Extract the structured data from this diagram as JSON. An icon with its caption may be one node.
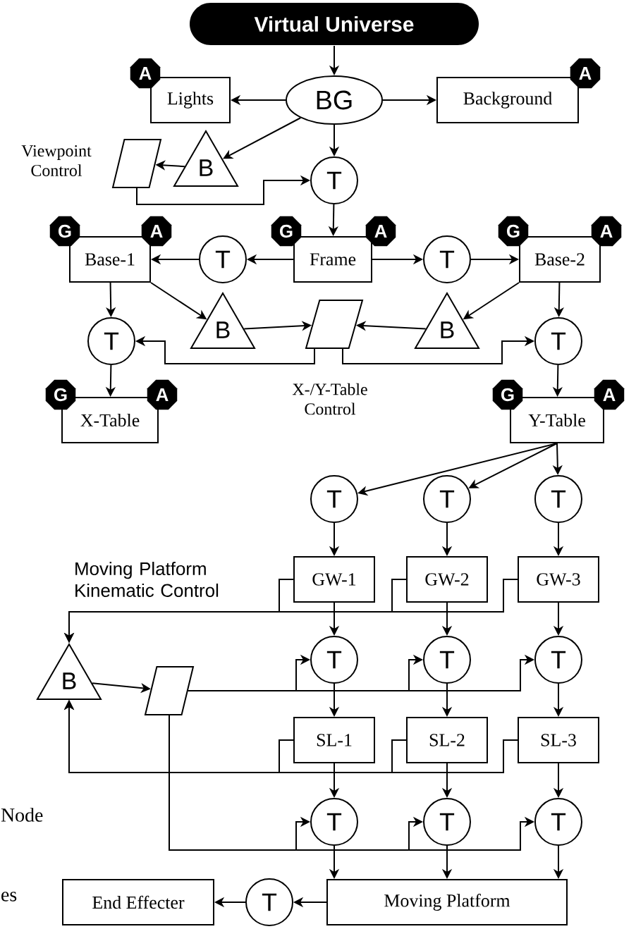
{
  "diagram": {
    "nodes": [
      {
        "text": [
          "Virtual Universe"
        ]
      },
      {
        "text": [
          "BG"
        ]
      },
      {
        "text": [
          "Lights"
        ]
      },
      {
        "text": [
          "A"
        ]
      },
      {
        "text": [
          "Background"
        ]
      },
      {
        "text": [
          "A"
        ]
      },
      {
        "text": [],
        "shape": "parallelogram",
        "beside": [
          "Viewpoint Control"
        ]
      },
      {
        "text": [
          "B"
        ]
      },
      {
        "text": [
          "T"
        ]
      },
      {
        "text": [
          "Base-1"
        ]
      },
      {
        "text": [
          "G"
        ]
      },
      {
        "text": [
          "A"
        ]
      },
      {
        "text": [
          "T"
        ]
      },
      {
        "text": [
          "Frame"
        ]
      },
      {
        "text": [
          "G"
        ]
      },
      {
        "text": [
          "A"
        ]
      },
      {
        "text": [
          "T"
        ]
      },
      {
        "text": [
          "Base-2"
        ]
      },
      {
        "text": [
          "G"
        ]
      },
      {
        "text": [
          "A"
        ]
      },
      {
        "text": [
          "B"
        ]
      },
      {
        "text": [],
        "shape": "parallelogram",
        "beside": [
          "X-/Y-Table Control"
        ]
      },
      {
        "text": [
          "B"
        ]
      },
      {
        "text": [
          "T"
        ]
      },
      {
        "text": [
          "T"
        ]
      },
      {
        "text": [
          "X-Table"
        ]
      },
      {
        "text": [
          "G"
        ]
      },
      {
        "text": [
          "A"
        ]
      },
      {
        "text": [
          "Y-Table"
        ]
      },
      {
        "text": [
          "G"
        ]
      },
      {
        "text": [
          "A"
        ]
      },
      {
        "text": [
          "T"
        ]
      },
      {
        "text": [
          "T"
        ]
      },
      {
        "text": [
          "T"
        ]
      },
      {
        "text": [
          "GW-1"
        ]
      },
      {
        "text": [
          "GW-2"
        ]
      },
      {
        "text": [
          "GW-3"
        ]
      },
      {
        "text": [
          "B"
        ]
      },
      {
        "text": [],
        "shape": "parallelogram"
      },
      {
        "text": [
          "T"
        ]
      },
      {
        "text": [
          "T"
        ]
      },
      {
        "text": [
          "T"
        ]
      },
      {
        "text": [
          "SL-1"
        ]
      },
      {
        "text": [
          "SL-2"
        ]
      },
      {
        "text": [
          "SL-3"
        ]
      },
      {
        "text": [
          "T"
        ]
      },
      {
        "text": [
          "T"
        ]
      },
      {
        "text": [
          "T"
        ]
      },
      {
        "text": [
          "End Effecter"
        ]
      },
      {
        "text": [
          "T"
        ]
      },
      {
        "text": [
          "Moving Platform"
        ]
      }
    ],
    "edges": [
      {
        "from": 0,
        "to": 1,
        "arrow": "to"
      },
      {
        "from": 1,
        "to": 2,
        "arrow": "to"
      },
      {
        "from": 1,
        "to": 4,
        "arrow": "to"
      },
      {
        "from": 1,
        "to": 7,
        "arrow": "to"
      },
      {
        "from": 7,
        "to": 6,
        "arrow": "to"
      },
      {
        "from": 6,
        "to": 8,
        "arrow": "to"
      },
      {
        "from": 1,
        "to": 8,
        "arrow": "to"
      },
      {
        "from": 8,
        "to": 13,
        "arrow": "to"
      },
      {
        "from": 13,
        "to": 12,
        "arrow": "to"
      },
      {
        "from": 12,
        "to": 9,
        "arrow": "to"
      },
      {
        "from": 13,
        "to": 16,
        "arrow": "to"
      },
      {
        "from": 16,
        "to": 17,
        "arrow": "to"
      },
      {
        "from": 9,
        "to": 23,
        "arrow": "to"
      },
      {
        "from": 9,
        "to": 20,
        "arrow": "to"
      },
      {
        "from": 20,
        "to": 21,
        "arrow": "to"
      },
      {
        "from": 17,
        "to": 22,
        "arrow": "to"
      },
      {
        "from": 22,
        "to": 21,
        "arrow": "to"
      },
      {
        "from": 17,
        "to": 24,
        "arrow": "to"
      },
      {
        "from": 21,
        "to": 23,
        "arrow": "to"
      },
      {
        "from": 21,
        "to": 24,
        "arrow": "to"
      },
      {
        "from": 23,
        "to": 25,
        "arrow": "to"
      },
      {
        "from": 24,
        "to": 28,
        "arrow": "to"
      },
      {
        "from": 28,
        "to": 31,
        "arrow": "to"
      },
      {
        "from": 28,
        "to": 32,
        "arrow": "to"
      },
      {
        "from": 28,
        "to": 33,
        "arrow": "to"
      },
      {
        "from": 31,
        "to": 34,
        "arrow": "to"
      },
      {
        "from": 32,
        "to": 35,
        "arrow": "to"
      },
      {
        "from": 33,
        "to": 36,
        "arrow": "to"
      },
      {
        "from": 34,
        "to": 39,
        "arrow": "to"
      },
      {
        "from": 35,
        "to": 40,
        "arrow": "to"
      },
      {
        "from": 36,
        "to": 41,
        "arrow": "to"
      },
      {
        "from": 34,
        "to": 37,
        "arrow": "to"
      },
      {
        "from": 35,
        "to": 37,
        "arrow": "to"
      },
      {
        "from": 36,
        "to": 37,
        "arrow": "to"
      },
      {
        "from": 42,
        "to": 37,
        "arrow": "to"
      },
      {
        "from": 43,
        "to": 37,
        "arrow": "to"
      },
      {
        "from": 44,
        "to": 37,
        "arrow": "to"
      },
      {
        "from": 37,
        "to": 38,
        "arrow": "to"
      },
      {
        "from": 38,
        "to": 39,
        "arrow": "to"
      },
      {
        "from": 38,
        "to": 40,
        "arrow": "to"
      },
      {
        "from": 38,
        "to": 41,
        "arrow": "to"
      },
      {
        "from": 38,
        "to": 45,
        "arrow": "to"
      },
      {
        "from": 38,
        "to": 46,
        "arrow": "to"
      },
      {
        "from": 38,
        "to": 47,
        "arrow": "to"
      },
      {
        "from": 39,
        "to": 42,
        "arrow": "to"
      },
      {
        "from": 40,
        "to": 43,
        "arrow": "to"
      },
      {
        "from": 41,
        "to": 44,
        "arrow": "to"
      },
      {
        "from": 42,
        "to": 45,
        "arrow": "to"
      },
      {
        "from": 43,
        "to": 46,
        "arrow": "to"
      },
      {
        "from": 44,
        "to": 47,
        "arrow": "to"
      },
      {
        "from": 45,
        "to": 50,
        "arrow": "to"
      },
      {
        "from": 46,
        "to": 50,
        "arrow": "to"
      },
      {
        "from": 47,
        "to": 50,
        "arrow": "to"
      },
      {
        "from": 50,
        "to": 49,
        "arrow": "to"
      },
      {
        "from": 49,
        "to": 48,
        "arrow": "to"
      }
    ],
    "labels": [
      "Moving Platform Kinematic Control",
      "Node",
      "es"
    ]
  }
}
